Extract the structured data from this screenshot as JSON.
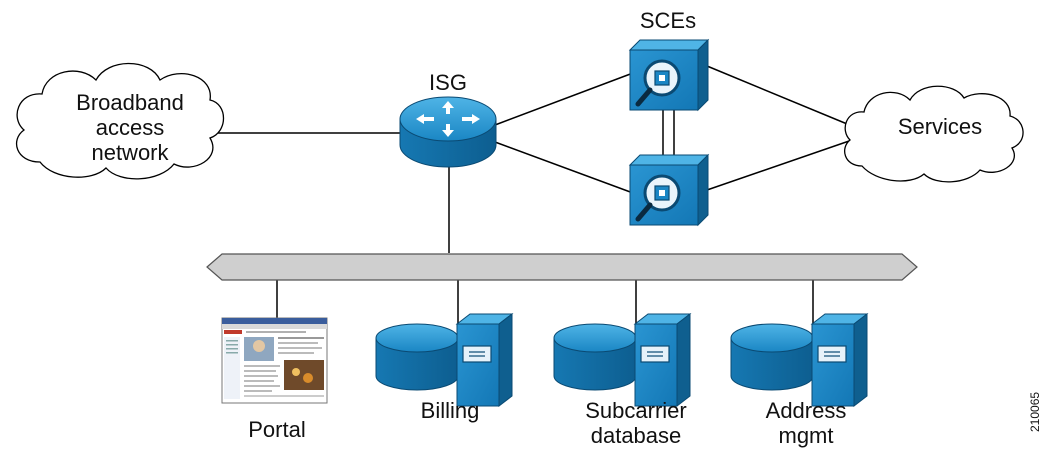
{
  "nodes": {
    "broadband": {
      "label_lines": [
        "Broadband",
        "access",
        "network"
      ]
    },
    "isg": {
      "label": "ISG"
    },
    "sces": {
      "label": "SCEs"
    },
    "services": {
      "label": "Services"
    },
    "portal": {
      "label": "Portal"
    },
    "billing": {
      "label": "Billing"
    },
    "subcarrier": {
      "label_lines": [
        "Subcarrier",
        "database"
      ]
    },
    "address": {
      "label_lines": [
        "Address",
        "mgmt"
      ]
    }
  },
  "figure_id": "210065",
  "colors": {
    "device_blue": "#1a86c4",
    "device_dark": "#0f5f8f",
    "bus_gray": "#cfcfcf",
    "line": "#000000"
  },
  "icons": {
    "cloud": "cloud-icon",
    "router": "router-icon",
    "sce": "sce-appliance-icon",
    "server": "database-server-icon",
    "portal": "web-portal-screenshot-icon",
    "bus": "network-bus-icon"
  }
}
